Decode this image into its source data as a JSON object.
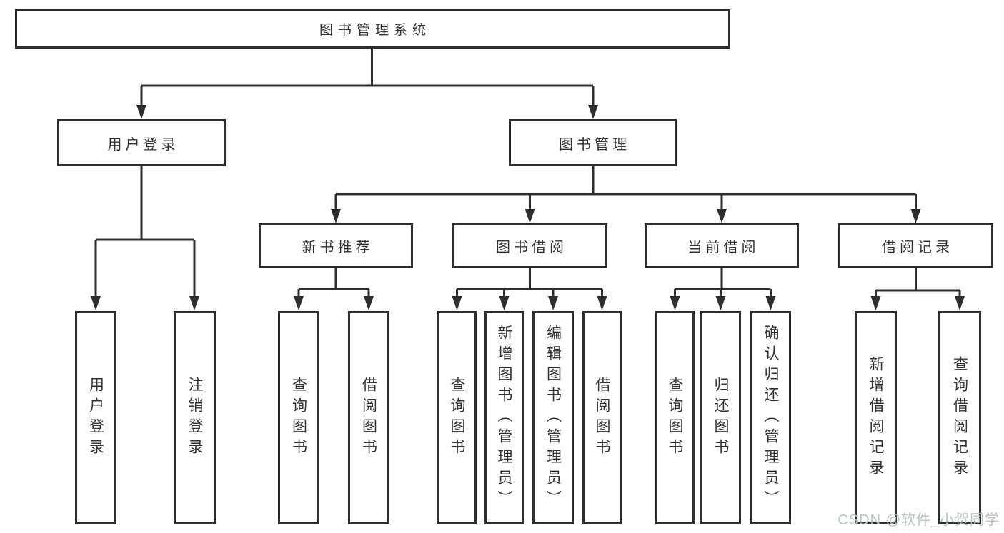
{
  "tree": {
    "label": "图书管理系统",
    "children": [
      {
        "label": "用户登录",
        "children": [
          {
            "label": "用户登录"
          },
          {
            "label": "注销登录"
          }
        ]
      },
      {
        "label": "图书管理",
        "children": [
          {
            "label": "新书推荐",
            "children": [
              {
                "label": "查询图书"
              },
              {
                "label": "借阅图书"
              }
            ]
          },
          {
            "label": "图书借阅",
            "children": [
              {
                "label": "查询图书"
              },
              {
                "label": "新增图书（管理员）"
              },
              {
                "label": "编辑图书（管理员）"
              },
              {
                "label": "借阅图书"
              }
            ]
          },
          {
            "label": "当前借阅",
            "children": [
              {
                "label": "查询图书"
              },
              {
                "label": "归还图书"
              },
              {
                "label": "确认归还（管理员）"
              }
            ]
          },
          {
            "label": "借阅记录",
            "children": [
              {
                "label": "新增借阅记录"
              },
              {
                "label": "查询借阅记录"
              }
            ]
          }
        ]
      }
    ]
  },
  "watermark": {
    "text": "CSDN @软件_小贺同学"
  },
  "colors": {
    "line": "#2e2e2e",
    "box_border": "#2d2d2d",
    "text": "#333333",
    "watermark": "#b9bdc1",
    "background": "#ffffff"
  }
}
